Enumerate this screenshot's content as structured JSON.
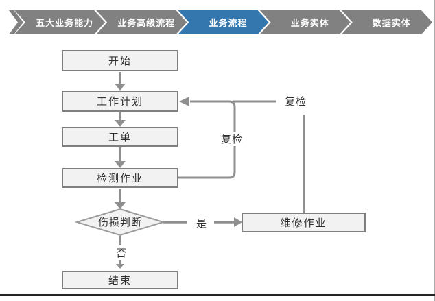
{
  "stepbar": {
    "items": [
      {
        "label": "五大业务能力"
      },
      {
        "label": "业务高级流程"
      },
      {
        "label": "业务流程"
      },
      {
        "label": "业务实体"
      },
      {
        "label": "数据实体"
      }
    ],
    "active_index": 2
  },
  "flowchart": {
    "nodes": {
      "start": "开始",
      "plan": "工作计划",
      "order": "工单",
      "inspect": "检测作业",
      "decision": "伤损判断",
      "repair": "维修作业",
      "end": "结束"
    },
    "edge_labels": {
      "yes": "是",
      "no": "否",
      "recheck_inner": "复检",
      "recheck_outer": "复检"
    }
  },
  "colors": {
    "step_gray": "#818181",
    "step_active_blue": "#3377AE",
    "line_gray": "#8F8F8F",
    "node_fill": "#F2F2F2",
    "node_border": "#7F7F7F",
    "text": "#303030"
  }
}
